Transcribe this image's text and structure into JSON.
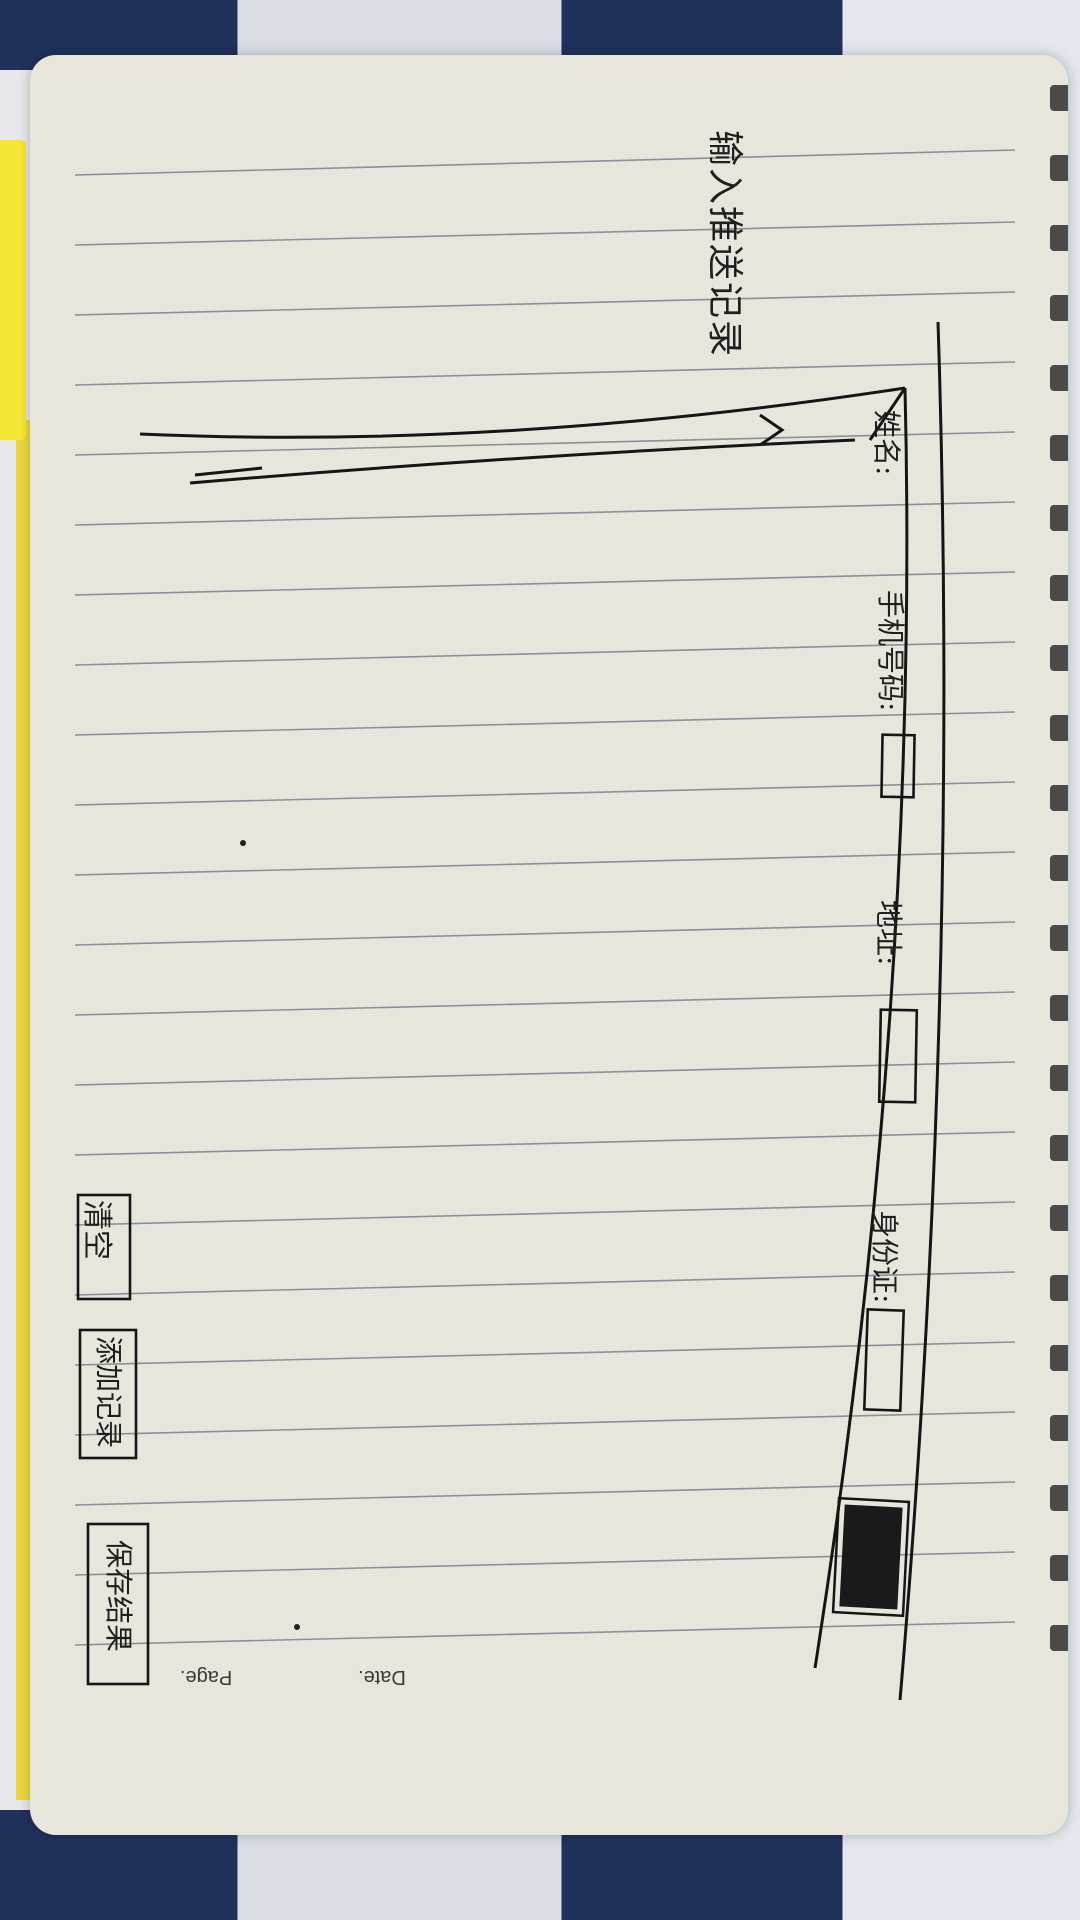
{
  "sketch": {
    "header_note": "输入推送记录",
    "field_labels": [
      "姓名:",
      "手机号码:",
      "地址:",
      "身份证:"
    ],
    "buttons": [
      "清空",
      "添加记录",
      "保存结果"
    ]
  },
  "notebook": {
    "date_label": "Date.",
    "page_label": "Page."
  },
  "colors": {
    "paper": "#e8e6db",
    "ink": "#1f1f1f",
    "rule": "#8a8f9a"
  }
}
